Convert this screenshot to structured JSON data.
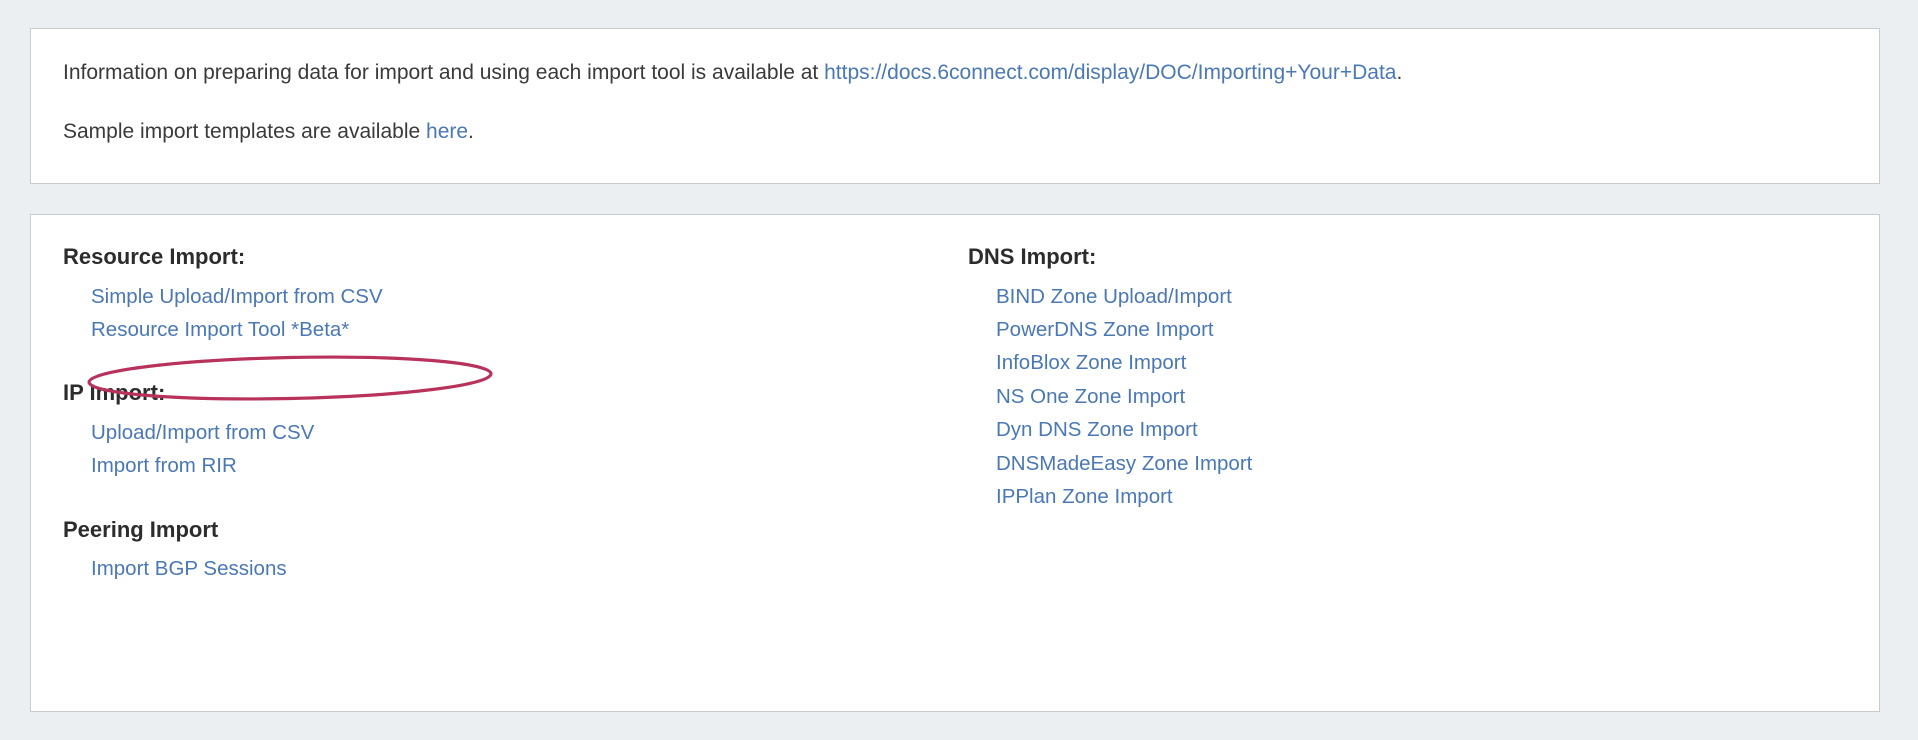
{
  "info_panel": {
    "line1_prefix": "Information on preparing data for import and using each import tool is available at ",
    "line1_link": "https://docs.6connect.com/display/DOC/Importing+Your+Data",
    "line1_suffix": ".",
    "line2_prefix": "Sample import templates are available ",
    "line2_link": "here",
    "line2_suffix": "."
  },
  "tools_panel": {
    "left_column": [
      {
        "title": "Resource Import:",
        "links": [
          "Simple Upload/Import from CSV",
          "Resource Import Tool *Beta*"
        ]
      },
      {
        "title": "IP Import:",
        "links": [
          "Upload/Import from CSV",
          "Import from RIR"
        ]
      },
      {
        "title": "Peering Import",
        "links": [
          "Import BGP Sessions"
        ]
      }
    ],
    "right_column": [
      {
        "title": "DNS Import:",
        "links": [
          "BIND Zone Upload/Import",
          "PowerDNS Zone Import",
          "InfoBlox Zone Import",
          "NS One Zone Import",
          "Dyn DNS Zone Import",
          "DNSMadeEasy Zone Import",
          "IPPlan Zone Import"
        ]
      }
    ]
  },
  "annotation": {
    "target_label": "Resource Import Tool *Beta*",
    "shape": "ellipse-highlight",
    "color": "#b8325c"
  },
  "colors": {
    "page_background": "#eceff1",
    "panel_background": "#ffffff",
    "panel_border": "#c8cccf",
    "link": "#4a78b5",
    "heading_text": "#2c2c2c",
    "body_text": "#3a3a3a",
    "annotation": "#b8325c"
  }
}
